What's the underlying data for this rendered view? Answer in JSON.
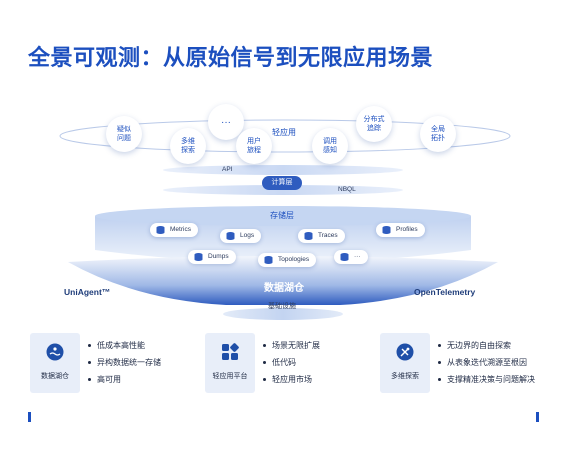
{
  "title": "全景可观测：从原始信号到无限应用场景",
  "bubbles": [
    {
      "label": "疑似问题"
    },
    {
      "label": "多维探索"
    },
    {
      "label": "···"
    },
    {
      "label": "用户旅程"
    },
    {
      "label": "调用感知"
    },
    {
      "label": "分布式追踪"
    },
    {
      "label": "全局拓扑"
    }
  ],
  "light_app_label": "轻应用",
  "api_label": "API",
  "compute_label": "计算层",
  "nbql_label": "NBQL",
  "storage_label": "存储层",
  "storage_items": [
    {
      "label": "Metrics"
    },
    {
      "label": "Logs"
    },
    {
      "label": "Traces"
    },
    {
      "label": "Profiles"
    },
    {
      "label": "Dumps"
    },
    {
      "label": "Topologies"
    },
    {
      "label": "···"
    }
  ],
  "data_lake_label": "数据湖仓",
  "infra_label": "基础设施",
  "left_brand": "UniAgent™",
  "right_brand": "OpenTelemetry",
  "features": [
    {
      "name": "数据湖仓",
      "icon": "lake-icon",
      "points": [
        "低成本高性能",
        "异构数据统一存储",
        "高可用"
      ]
    },
    {
      "name": "轻应用平台",
      "icon": "app-grid-icon",
      "points": [
        "场景无限扩展",
        "低代码",
        "轻应用市场"
      ]
    },
    {
      "name": "多维探索",
      "icon": "explore-icon",
      "points": [
        "无边界的自由探索",
        "从表象迭代溯源至根因",
        "支撑精准决策与问题解决"
      ]
    }
  ],
  "colors": {
    "accent": "#1c4fbf",
    "layer_light": "#dfe8f7",
    "layer_mid": "#9fb8e6",
    "layer_dark": "#3a66c4"
  }
}
